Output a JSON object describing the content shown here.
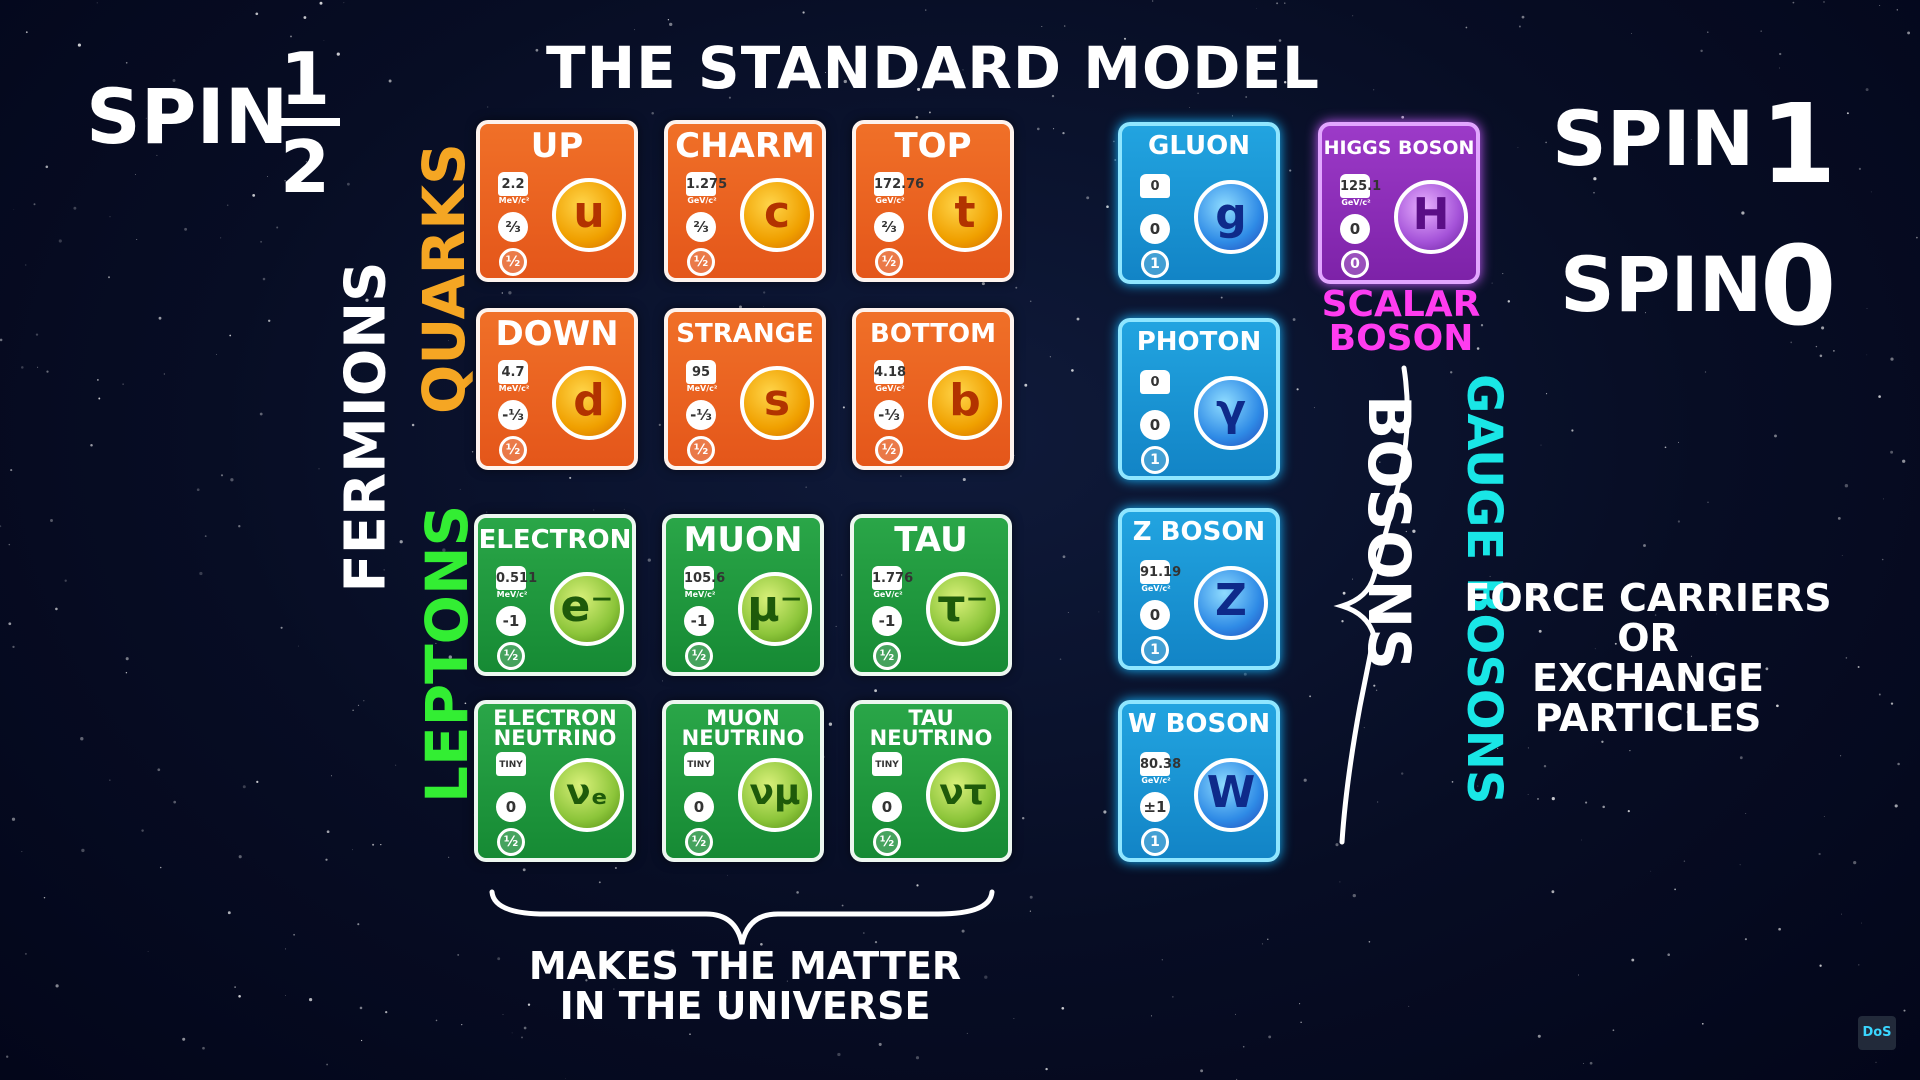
{
  "title": "THE STANDARD MODEL",
  "spin_half": {
    "label": "SPIN",
    "numerator": "1",
    "denominator": "2"
  },
  "spin_one": {
    "label": "SPIN",
    "value": "1"
  },
  "spin_zero": {
    "label": "SPIN",
    "value": "0"
  },
  "labels": {
    "fermions": "FERMIONS",
    "quarks": "QUARKS",
    "leptons": "LEPTONS",
    "bosons": "BOSONS",
    "gauge_bosons": "GAUGE BOSONS",
    "scalar_boson_line1": "SCALAR",
    "scalar_boson_line2": "BOSON",
    "matter_line1": "MAKES THE MATTER",
    "matter_line2": "IN THE UNIVERSE",
    "force_line1": "FORCE CARRIERS",
    "force_line2": "OR",
    "force_line3": "EXCHANGE PARTICLES"
  },
  "colors": {
    "quarks": "#f5a623",
    "leptons": "#33ee33",
    "gauge_bosons": "#19e6e6",
    "scalar_boson": "#ff3cf0",
    "quark_card": "#e95f1e",
    "lepton_card": "#1b9a3c",
    "gauge_card": "#1a90d4",
    "scalar_card": "#8a2db6"
  },
  "particles": {
    "up": {
      "name": "UP",
      "mass": "2.2",
      "unit": "MeV/c²",
      "charge": "⅔",
      "spin": "½",
      "symbol": "u"
    },
    "charm": {
      "name": "CHARM",
      "mass": "1.275",
      "unit": "GeV/c²",
      "charge": "⅔",
      "spin": "½",
      "symbol": "c"
    },
    "top": {
      "name": "TOP",
      "mass": "172.76",
      "unit": "GeV/c²",
      "charge": "⅔",
      "spin": "½",
      "symbol": "t"
    },
    "down": {
      "name": "DOWN",
      "mass": "4.7",
      "unit": "MeV/c²",
      "charge": "-⅓",
      "spin": "½",
      "symbol": "d"
    },
    "strange": {
      "name": "STRANGE",
      "mass": "95",
      "unit": "MeV/c²",
      "charge": "-⅓",
      "spin": "½",
      "symbol": "s"
    },
    "bottom": {
      "name": "BOTTOM",
      "mass": "4.18",
      "unit": "GeV/c²",
      "charge": "-⅓",
      "spin": "½",
      "symbol": "b"
    },
    "electron": {
      "name": "ELECTRON",
      "mass": "0.511",
      "unit": "MeV/c²",
      "charge": "-1",
      "spin": "½",
      "symbol": "e⁻"
    },
    "muon": {
      "name": "MUON",
      "mass": "105.6",
      "unit": "MeV/c²",
      "charge": "-1",
      "spin": "½",
      "symbol": "μ⁻"
    },
    "tau": {
      "name": "TAU",
      "mass": "1.776",
      "unit": "GeV/c²",
      "charge": "-1",
      "spin": "½",
      "symbol": "τ⁻"
    },
    "electron_neutrino": {
      "name_line1": "ELECTRON",
      "name_line2": "NEUTRINO",
      "mass": "TINY",
      "unit": "",
      "charge": "0",
      "spin": "½",
      "symbol": "νₑ"
    },
    "muon_neutrino": {
      "name_line1": "MUON",
      "name_line2": "NEUTRINO",
      "mass": "TINY",
      "unit": "",
      "charge": "0",
      "spin": "½",
      "symbol": "νμ"
    },
    "tau_neutrino": {
      "name_line1": "TAU",
      "name_line2": "NEUTRINO",
      "mass": "TINY",
      "unit": "",
      "charge": "0",
      "spin": "½",
      "symbol": "ντ"
    },
    "gluon": {
      "name": "GLUON",
      "mass": "0",
      "unit": "",
      "charge": "0",
      "spin": "1",
      "symbol": "g"
    },
    "photon": {
      "name": "PHOTON",
      "mass": "0",
      "unit": "",
      "charge": "0",
      "spin": "1",
      "symbol": "γ"
    },
    "z_boson": {
      "name": "Z BOSON",
      "mass": "91.19",
      "unit": "GeV/c²",
      "charge": "0",
      "spin": "1",
      "symbol": "Z"
    },
    "w_boson": {
      "name": "W BOSON",
      "mass": "80.38",
      "unit": "GeV/c²",
      "charge": "±1",
      "spin": "1",
      "symbol": "W"
    },
    "higgs": {
      "name": "HIGGS BOSON",
      "mass": "125.1",
      "unit": "GeV/c²",
      "charge": "0",
      "spin": "0",
      "symbol": "H"
    }
  },
  "watermark": "DoS"
}
